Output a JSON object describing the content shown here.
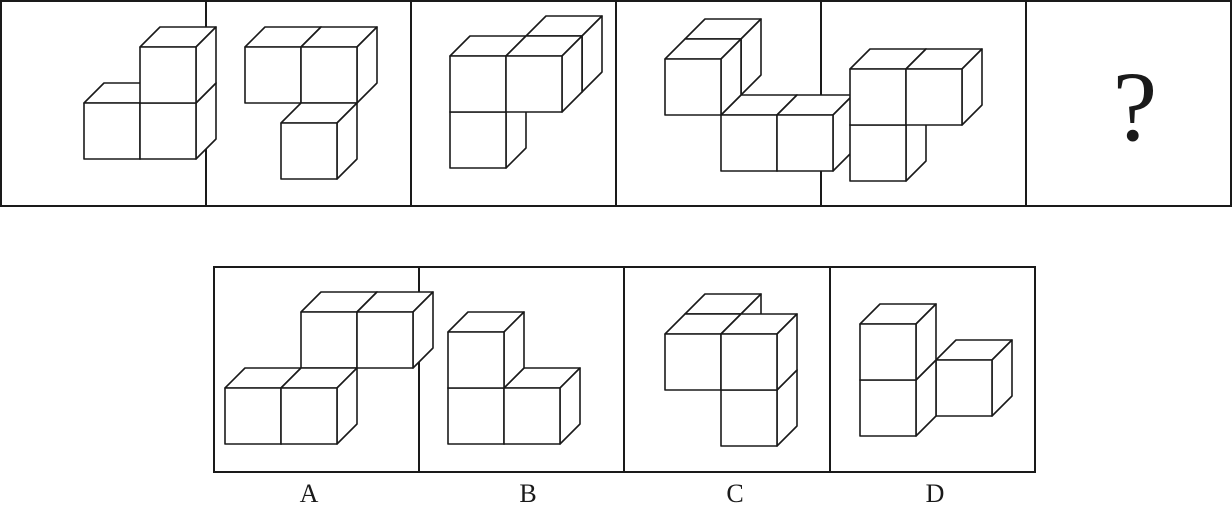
{
  "sequence": {
    "panels": [
      {
        "shape": "sequence-figure-1"
      },
      {
        "shape": "sequence-figure-2"
      },
      {
        "shape": "sequence-figure-3"
      },
      {
        "shape": "sequence-figure-4"
      },
      {
        "shape": "sequence-figure-5"
      }
    ],
    "question_mark": "?"
  },
  "options": [
    {
      "label": "A",
      "shape": "option-figure-a"
    },
    {
      "label": "B",
      "shape": "option-figure-b"
    },
    {
      "label": "C",
      "shape": "option-figure-c"
    },
    {
      "label": "D",
      "shape": "option-figure-d"
    }
  ]
}
